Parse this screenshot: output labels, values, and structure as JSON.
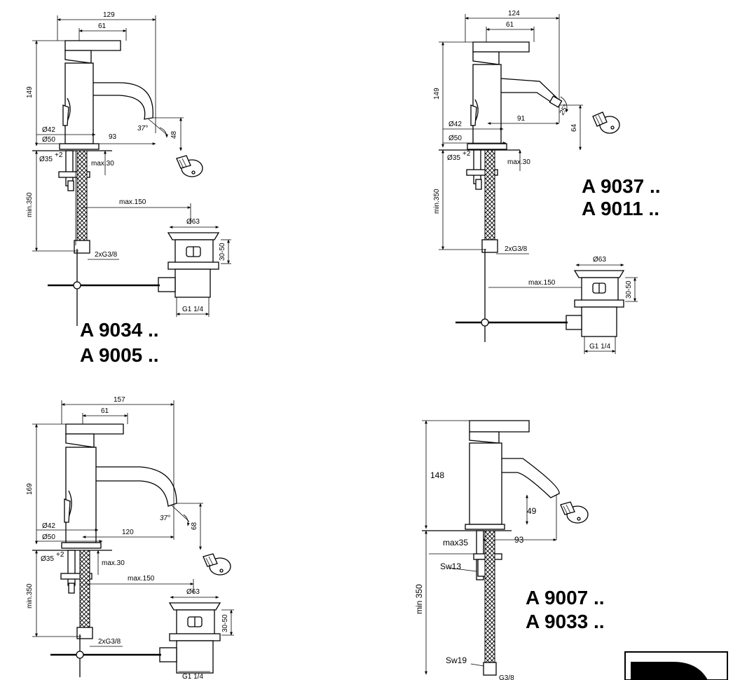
{
  "drawings": [
    {
      "id": "drawing-a9034",
      "models": [
        "A 9034 ..",
        "A 9005 .."
      ],
      "dims": {
        "overall_width": "129",
        "lever": "61",
        "height": "149",
        "body_dia": "Ø42",
        "base_dia": "Ø50",
        "hole_dia": "Ø35",
        "hole_tol": "+2",
        "reach": "93",
        "angle": "37°",
        "spout_height": "48",
        "max_deck": "max.30",
        "min_hose": "min.350",
        "max_offset": "max.150",
        "waste_dia": "Ø63",
        "waste_range": "30-50",
        "connection": "2xG3/8",
        "waste_thread": "G1 1/4"
      }
    },
    {
      "id": "drawing-a9037",
      "models": [
        "A 9037 ..",
        "A 9011 .."
      ],
      "dims": {
        "overall_width": "124",
        "lever": "61",
        "height": "149",
        "body_dia": "Ø42",
        "base_dia": "Ø50",
        "hole_dia": "Ø35",
        "hole_tol": "+2",
        "reach": "91",
        "angle": "25°",
        "spout_height": "64",
        "max_deck": "max.30",
        "min_hose": "min.350",
        "max_offset": "max.150",
        "waste_dia": "Ø63",
        "waste_range": "30-50",
        "connection": "2xG3/8",
        "waste_thread": "G1 1/4"
      }
    },
    {
      "id": "drawing-a9003",
      "models": [],
      "dims": {
        "overall_width": "157",
        "lever": "61",
        "height": "169",
        "body_dia": "Ø42",
        "base_dia": "Ø50",
        "hole_dia": "Ø35",
        "hole_tol": "+2",
        "reach": "120",
        "angle": "37°",
        "spout_height": "68",
        "max_deck": "max.30",
        "min_hose": "min.350",
        "max_offset": "max.150",
        "waste_dia": "Ø63",
        "waste_range": "30-50",
        "connection": "2xG3/8",
        "waste_thread": "G1 1/4"
      }
    },
    {
      "id": "drawing-a9007",
      "models": [
        "A 9007 ..",
        "A 9033 .."
      ],
      "dims": {
        "height": "148",
        "spout_height": "49",
        "reach": "93",
        "max_deck": "max35",
        "wrench_top": "Sw13",
        "min_hose": "min 350",
        "wrench_bottom": "Sw19",
        "connection": "G3/8"
      }
    }
  ],
  "colors": {
    "line": "#000000",
    "background": "#ffffff"
  },
  "icons": [
    "flow-aerator-icon",
    "ideal-standard-logo-icon"
  ]
}
